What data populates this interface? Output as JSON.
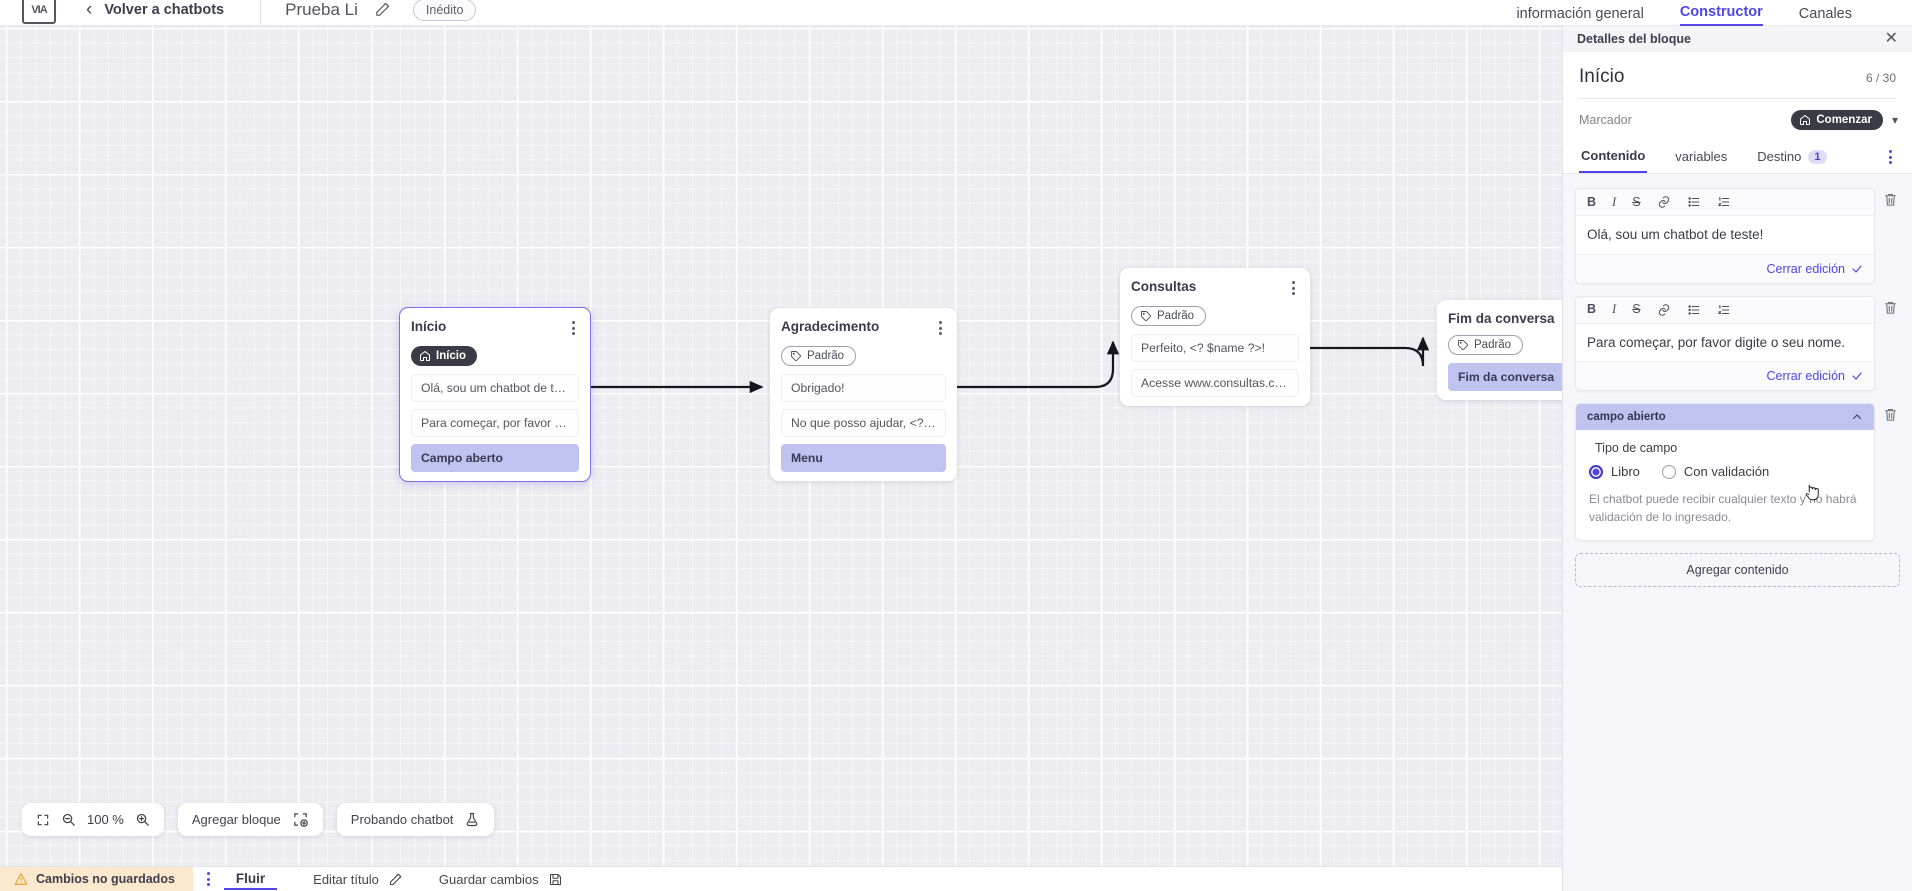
{
  "topbar": {
    "logo_text": "VIA",
    "back_label": "Volver a chatbots",
    "bot_title": "Prueba Li",
    "status_chip": "Inédito",
    "tabs": [
      {
        "label": "información general",
        "active": false
      },
      {
        "label": "Constructor",
        "active": true
      },
      {
        "label": "Canales",
        "active": false
      }
    ]
  },
  "canvas": {
    "nodes": [
      {
        "title": "Início",
        "badge": "Início",
        "badge_kind": "dark",
        "rows": [
          {
            "text": "Olá, sou um chatbot de teste!",
            "accent": false
          },
          {
            "text": "Para começar, por favor digite o ...",
            "accent": false
          },
          {
            "text": "Campo aberto",
            "accent": true
          }
        ]
      },
      {
        "title": "Agradecimento",
        "badge": "Padrão",
        "badge_kind": "outline",
        "rows": [
          {
            "text": "Obrigado!",
            "accent": false
          },
          {
            "text": "No que posso ajudar, <? $name ...",
            "accent": false
          },
          {
            "text": "Menu",
            "accent": true
          }
        ]
      },
      {
        "title": "Consultas",
        "badge": "Padrão",
        "badge_kind": "outline",
        "rows": [
          {
            "text": "Perfeito, <? $name ?>!",
            "accent": false
          },
          {
            "text": "Acesse www.consultas.com par...",
            "accent": false
          }
        ]
      },
      {
        "title": "Fim da conversa",
        "badge": "Padrão",
        "badge_kind": "outline",
        "rows": [
          {
            "text": "Fim da conversa",
            "accent": true
          }
        ]
      }
    ],
    "toolbar": {
      "fit_icon": "fit-screen-icon",
      "zoom_out_icon": "zoom-out-icon",
      "zoom_level": "100 %",
      "zoom_in_icon": "zoom-in-icon",
      "add_block": "Agregar bloque",
      "test_bot": "Probando chatbot"
    }
  },
  "panel": {
    "header_title": "Detalles del bloque",
    "close_icon": "close-icon",
    "block_title": "Início",
    "counter": "6 / 30",
    "marker_label": "Marcador",
    "marker_value": "Comenzar",
    "tabs": [
      {
        "label": "Contenido",
        "active": true,
        "count": ""
      },
      {
        "label": "variables",
        "active": false,
        "count": ""
      },
      {
        "label": "Destino",
        "active": false,
        "count": "1"
      }
    ],
    "editor_toolbar": [
      "B",
      "I",
      "S",
      "link",
      "bullet-list",
      "numbered-list"
    ],
    "blocks": [
      {
        "kind": "text",
        "value": "Olá, sou um chatbot de teste!",
        "close_label": "Cerrar edición"
      },
      {
        "kind": "text",
        "value": "Para começar, por favor digite o seu nome.",
        "close_label": "Cerrar edición"
      }
    ],
    "field": {
      "header": "campo abierto",
      "legend": "Tipo de campo",
      "options": [
        {
          "label": "Libro",
          "selected": true
        },
        {
          "label": "Con validación",
          "selected": false
        }
      ],
      "help": "El chatbot puede recibir cualquier texto y no habrá validación de lo ingresado."
    },
    "add_content": "Agregar contenido"
  },
  "bottombar": {
    "unsaved": "Cambios no guardados",
    "kebab_icon": "more-vertical-icon",
    "flow_tab": "Fluir",
    "edit_title": "Editar título",
    "save_changes": "Guardar cambios"
  },
  "colors": {
    "accent": "#4f46e5",
    "node_accent_row": "#bfc3ef",
    "warn_bg": "#fce9cd",
    "canvas_bg": "#ececf1"
  }
}
